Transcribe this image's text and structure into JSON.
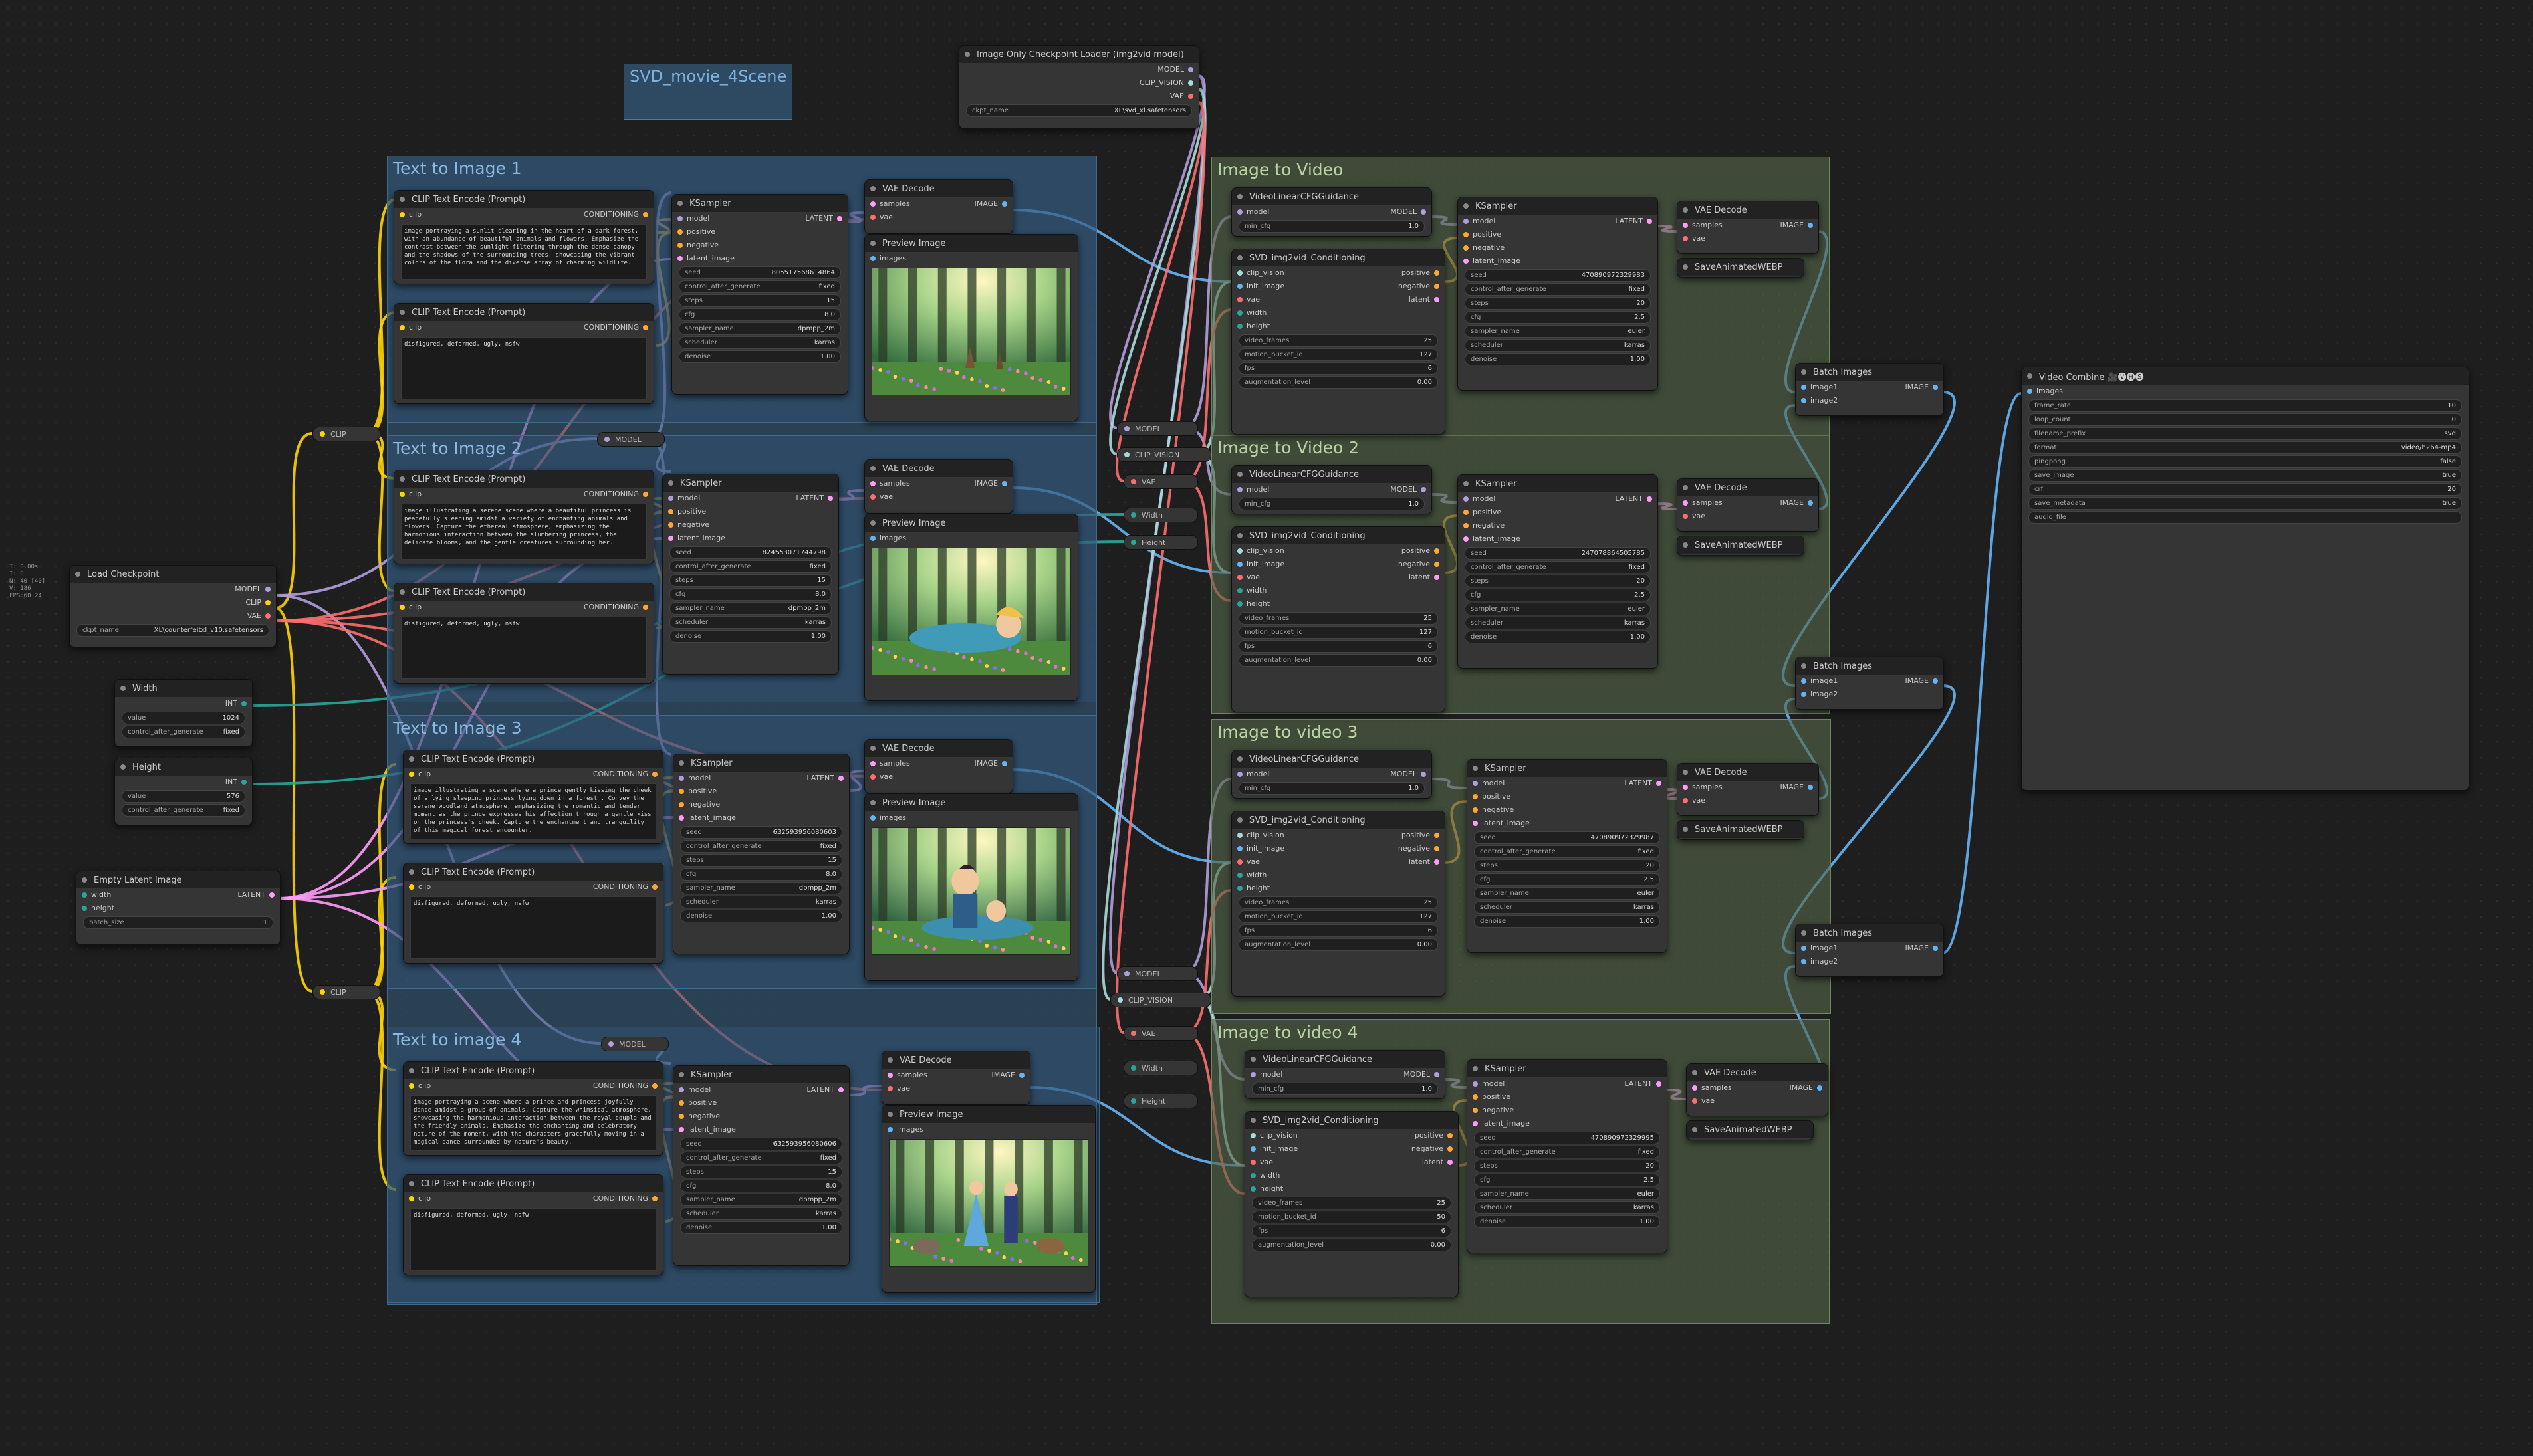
{
  "workflow_title": "SVD_movie_4Scene",
  "stats": [
    "T: 0.00s",
    "I: 0",
    "N: 40 [40]",
    "V: 186",
    "FPS:60.24"
  ],
  "colors": {
    "model": "#b39ddb",
    "clip": "#ffd500",
    "vae": "#ff6e6e",
    "conditioning": "#ffa931",
    "latent": "#ff9cf9",
    "image": "#64b5f6",
    "int": "#29a69a",
    "clip_vision": "#a8dadc"
  },
  "groups": {
    "t2i1": "Text to Image 1",
    "t2i2": "Text to Image 2",
    "t2i3": "Text to Image 3",
    "t2i4": "Text to image 4",
    "i2v1": "Image to Video",
    "i2v2": "Image to Video 2",
    "i2v3": "Image to video 3",
    "i2v4": "Image to video 4"
  },
  "nodes": {
    "img_loader": {
      "title": "Image Only Checkpoint Loader (img2vid model)",
      "out": [
        "MODEL",
        "CLIP_VISION",
        "VAE"
      ],
      "w_label": "ckpt_name",
      "w_value": "XL\\svd_xl.safetensors"
    },
    "load_ckpt": {
      "title": "Load Checkpoint",
      "out": [
        "MODEL",
        "CLIP",
        "VAE"
      ],
      "w_label": "ckpt_name",
      "w_value": "XL\\counterfeitxl_v10.safetensors"
    },
    "width": {
      "title": "Width",
      "out": "INT",
      "value_label": "value",
      "value": "1024",
      "cag_label": "control_after_generate",
      "cag": "fixed"
    },
    "height": {
      "title": "Height",
      "out": "INT",
      "value_label": "value",
      "value": "576",
      "cag_label": "control_after_generate",
      "cag": "fixed"
    },
    "empty_latent": {
      "title": "Empty Latent Image",
      "in": [
        "width",
        "height"
      ],
      "out": "LATENT",
      "batch_label": "batch_size",
      "batch": "1"
    },
    "video_combine": {
      "title": "Video Combine 🎥🅥🅗🅢",
      "in": "images",
      "widgets": [
        [
          "frame_rate",
          "10"
        ],
        [
          "loop_count",
          "0"
        ],
        [
          "filename_prefix",
          "svd"
        ],
        [
          "format",
          "video/h264-mp4"
        ],
        [
          "pingpong",
          "false"
        ],
        [
          "save_image",
          "true"
        ],
        [
          "crf",
          "20"
        ],
        [
          "save_metadata",
          "true"
        ],
        [
          "audio_file",
          ""
        ]
      ]
    }
  },
  "labels": {
    "clip_encode": "CLIP Text Encode (Prompt)",
    "ksampler": "KSampler",
    "vae_decode": "VAE Decode",
    "preview": "Preview Image",
    "cfg_guidance": "VideoLinearCFGGuidance",
    "svd_cond": "SVD_img2vid_Conditioning",
    "save_webp": "SaveAnimatedWEBP",
    "batch": "Batch Images",
    "clip": "clip",
    "conditioning": "CONDITIONING",
    "model": "model",
    "positive": "positive",
    "negative": "negative",
    "latent_image": "latent_image",
    "LATENT": "LATENT",
    "samples": "samples",
    "vae": "vae",
    "IMAGE": "IMAGE",
    "images": "images",
    "MODEL": "MODEL",
    "min_cfg": "min_cfg",
    "clip_vision": "clip_vision",
    "init_image": "init_image",
    "width": "width",
    "height": "height",
    "positive_o": "positive",
    "negative_o": "negative",
    "latent_o": "latent",
    "image1": "image1",
    "image2": "image2",
    "video_frames": "video_frames",
    "motion_bucket_id": "motion_bucket_id",
    "fps": "fps",
    "augmentation_level": "augmentation_level",
    "seed": "seed",
    "control_after_generate": "control_after_generate",
    "steps": "steps",
    "cfg": "cfg",
    "sampler_name": "sampler_name",
    "scheduler": "scheduler",
    "denoise": "denoise",
    "r_clip": "CLIP",
    "r_model": "MODEL",
    "r_clipvision": "CLIP_VISION",
    "r_vae": "VAE",
    "r_width": "Width",
    "r_height": "Height"
  },
  "prompts": {
    "p1": "image portraying a sunlit clearing in the heart of a dark forest, with an abundance of beautiful animals and flowers. Emphasize the contrast between the sunlight filtering through the dense canopy and the shadows of the surrounding trees, showcasing the vibrant colors of the flora and the diverse array of charming wildlife.",
    "p2": "image illustrating a serene scene where a beautiful princess is peacefully sleeping amidst a variety of enchanting animals and flowers. Capture the ethereal atmosphere, emphasizing the harmonious interaction between the slumbering princess, the delicate blooms, and the gentle creatures surrounding her.",
    "p3": "image illustrating a scene where a prince gently kissing the cheek of a lying sleeping princess lying down in a forest . Convey the serene woodland atmosphere, emphasizing the romantic and tender moment as the prince expresses his affection through a gentle kiss on the princess's cheek. Capture the enchantment and tranquility of this magical forest encounter.",
    "p4": "image portraying a scene where a prince and princess joyfully dance amidst a group of animals. Capture the whimsical atmosphere, showcasing the harmonious interaction between the royal couple and the friendly animals. Emphasize the enchanting and celebratory nature of the moment, with the characters gracefully moving in a magical dance surrounded by nature's beauty.",
    "neg": "disfigured, deformed, ugly, nsfw"
  },
  "ksamplers": {
    "k1": {
      "seed": "805517568614864",
      "cag": "fixed",
      "steps": "15",
      "cfg": "8.0",
      "sampler": "dpmpp_2m",
      "scheduler": "karras",
      "denoise": "1.00"
    },
    "k2": {
      "seed": "824553071744798",
      "cag": "fixed",
      "steps": "15",
      "cfg": "8.0",
      "sampler": "dpmpp_2m",
      "scheduler": "karras",
      "denoise": "1.00"
    },
    "k3": {
      "seed": "632593956080603",
      "cag": "fixed",
      "steps": "15",
      "cfg": "8.0",
      "sampler": "dpmpp_2m",
      "scheduler": "karras",
      "denoise": "1.00"
    },
    "k4": {
      "seed": "632593956080606",
      "cag": "fixed",
      "steps": "15",
      "cfg": "8.0",
      "sampler": "dpmpp_2m",
      "scheduler": "karras",
      "denoise": "1.00"
    },
    "v1": {
      "seed": "470890972329983",
      "cag": "fixed",
      "steps": "20",
      "cfg": "2.5",
      "sampler": "euler",
      "scheduler": "karras",
      "denoise": "1.00"
    },
    "v2": {
      "seed": "247078864505785",
      "cag": "fixed",
      "steps": "20",
      "cfg": "2.5",
      "sampler": "euler",
      "scheduler": "karras",
      "denoise": "1.00"
    },
    "v3": {
      "seed": "470890972329987",
      "cag": "fixed",
      "steps": "20",
      "cfg": "2.5",
      "sampler": "euler",
      "scheduler": "karras",
      "denoise": "1.00"
    },
    "v4": {
      "seed": "470890972329995",
      "cag": "fixed",
      "steps": "20",
      "cfg": "2.5",
      "sampler": "euler",
      "scheduler": "karras",
      "denoise": "1.00"
    }
  },
  "svd": {
    "s1": {
      "min_cfg": "1.0",
      "frames": "25",
      "motion": "127",
      "fps": "6",
      "aug": "0.00"
    },
    "s2": {
      "min_cfg": "1.0",
      "frames": "25",
      "motion": "127",
      "fps": "6",
      "aug": "0.00"
    },
    "s3": {
      "min_cfg": "1.0",
      "frames": "25",
      "motion": "127",
      "fps": "6",
      "aug": "0.00"
    },
    "s4": {
      "min_cfg": "1.0",
      "frames": "25",
      "motion": "50",
      "fps": "6",
      "aug": "0.00"
    }
  }
}
